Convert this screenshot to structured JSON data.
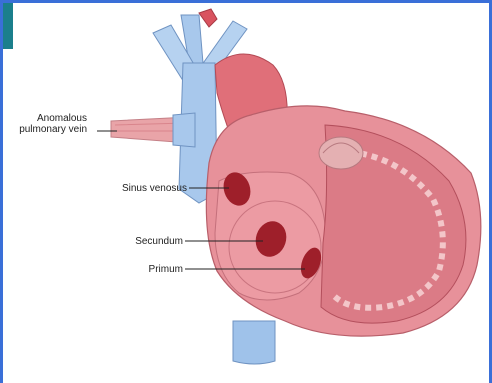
{
  "labels": {
    "anomalous_line1": "Anomalous",
    "anomalous_line2": "pulmonary vein",
    "sinus_venosus": "Sinus venosus",
    "secundum": "Secundum",
    "primum": "Primum"
  },
  "colors": {
    "vein_blue": "#a8c8ec",
    "heart_pink": "#e7919a",
    "heart_dark": "#c85b6a",
    "defect": "#9e1f2a",
    "frame": "#3a6fd8"
  }
}
